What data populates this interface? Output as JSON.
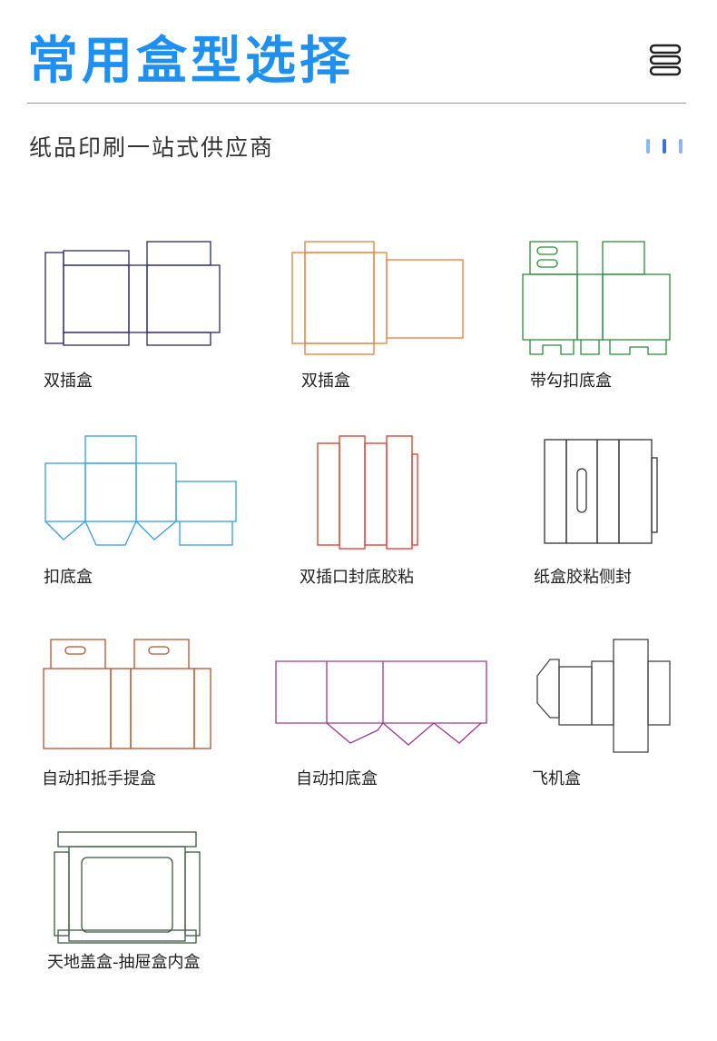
{
  "header": {
    "title": "常用盒型选择",
    "subtitle": "纸品印刷一站式供应商",
    "menu_icon": "book-stack-icon",
    "accent_color": "#1e90f0",
    "dot_colors": [
      "#8ab8f2",
      "#3a6fd8",
      "#8ab8f2"
    ]
  },
  "boxes": [
    {
      "label": "双插盒",
      "color": "#2b2a6b"
    },
    {
      "label": "双插盒",
      "color": "#e67e3c"
    },
    {
      "label": "带勾扣底盒",
      "color": "#2e8b3a"
    },
    {
      "label": "扣底盒",
      "color": "#3a9de0"
    },
    {
      "label": "双插口封底胶粘",
      "color": "#d93b2f"
    },
    {
      "label": "纸盒胶粘侧封",
      "color": "#333333"
    },
    {
      "label": "自动扣抵手提盒",
      "color": "#b5522e"
    },
    {
      "label": "自动扣底盒",
      "color": "#9b3a8c"
    },
    {
      "label": "飞机盒",
      "color": "#444444"
    },
    {
      "label": "天地盖盒-抽屉盒内盒",
      "color": "#3d5a40"
    }
  ]
}
